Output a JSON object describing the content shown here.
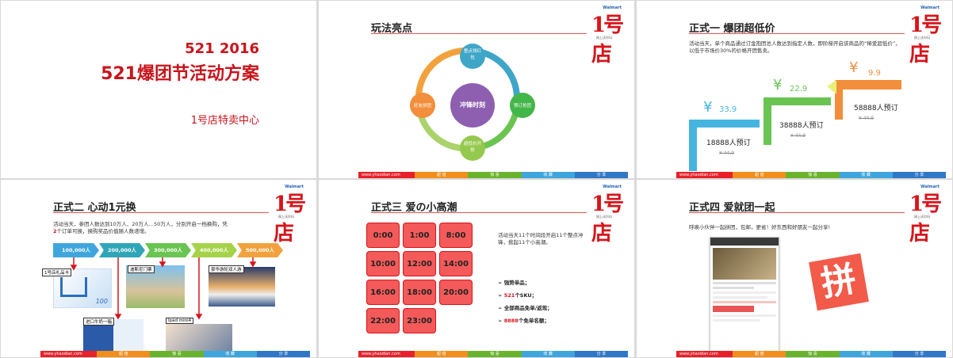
{
  "footer": {
    "url": "www.yhaodian.com",
    "labels": [
      "超 值",
      "惊 喜",
      "收 藏",
      "分 享"
    ]
  },
  "logo": {
    "brand": "Walmart",
    "number": "1号店",
    "tagline": "网上沃尔玛"
  },
  "slide1": {
    "year": "521 2016",
    "title": "521爆团节活动方案",
    "subtitle": "1号店特卖中心"
  },
  "slide2": {
    "title": "玩法亮点",
    "center": "冲锋时刻",
    "top": "整点领红包",
    "right": "预订抢团",
    "bottom": "超低价开抢",
    "left": "好友拼团"
  },
  "slide3": {
    "title": "正式一  爆团超低价",
    "desc": "活动当天，单个商品通过订金抱团总人数达到指定人数，即阶梯开启该商品的“稀爱超低价”，以低于市场价30%的价格开团售卖。",
    "steps": [
      {
        "currency": "¥",
        "price": "33.9",
        "orders": "18888人预订",
        "old": "¥ 44.9"
      },
      {
        "currency": "¥",
        "price": "22.9",
        "orders": "38888人预订",
        "old": "¥ 44.9"
      },
      {
        "currency": "¥",
        "price": "9.9",
        "orders": "58888人预订",
        "old": "¥ 44.9"
      }
    ]
  },
  "slide4": {
    "title": "正式二  心动1元换",
    "desc1": "活动当天，参团人数达到10万人、20万人…50万人，分别开启一档换购，凭",
    "desc2_bold": "2",
    "desc2": "个订单可换，换购奖品价值随人数递增。",
    "arrows": [
      "100,000人",
      "200,000人",
      "300,000人",
      "400,000人",
      "500,000人"
    ],
    "prizes": [
      "1号店礼品卡",
      "进口牛奶一箱",
      "迪斯尼门票",
      "Ipad mini4",
      "豪华游轮双人游"
    ],
    "card_text": "100"
  },
  "slide5": {
    "title": "正式三  爱の小高潮",
    "times": [
      "0:00",
      "1:00",
      "8:00",
      "10:00",
      "12:00",
      "14:00",
      "16:00",
      "18:00",
      "20:00",
      "22:00",
      "23:00"
    ],
    "desc": "活动当天11个时间段开启11个整点冲锋，掀起11个小高潮。",
    "bullets": [
      {
        "pre": "",
        "hl": "",
        "text": "强势单品；"
      },
      {
        "pre": "",
        "hl": "521",
        "text": "个SKU；"
      },
      {
        "pre": "",
        "hl": "",
        "text": "全部商品免单/返现；"
      },
      {
        "pre": "",
        "hl": "8888",
        "text": "个免单名额；"
      }
    ]
  },
  "slide6": {
    "title": "正式四  爱就团一起",
    "desc": "呼唤小伙伴一起拼团，包邮，更省！好东西和好朋友一起分享!",
    "stamp": "拼"
  },
  "colors": {
    "accent": "#d7141a",
    "bubble": "#f45a5a"
  }
}
